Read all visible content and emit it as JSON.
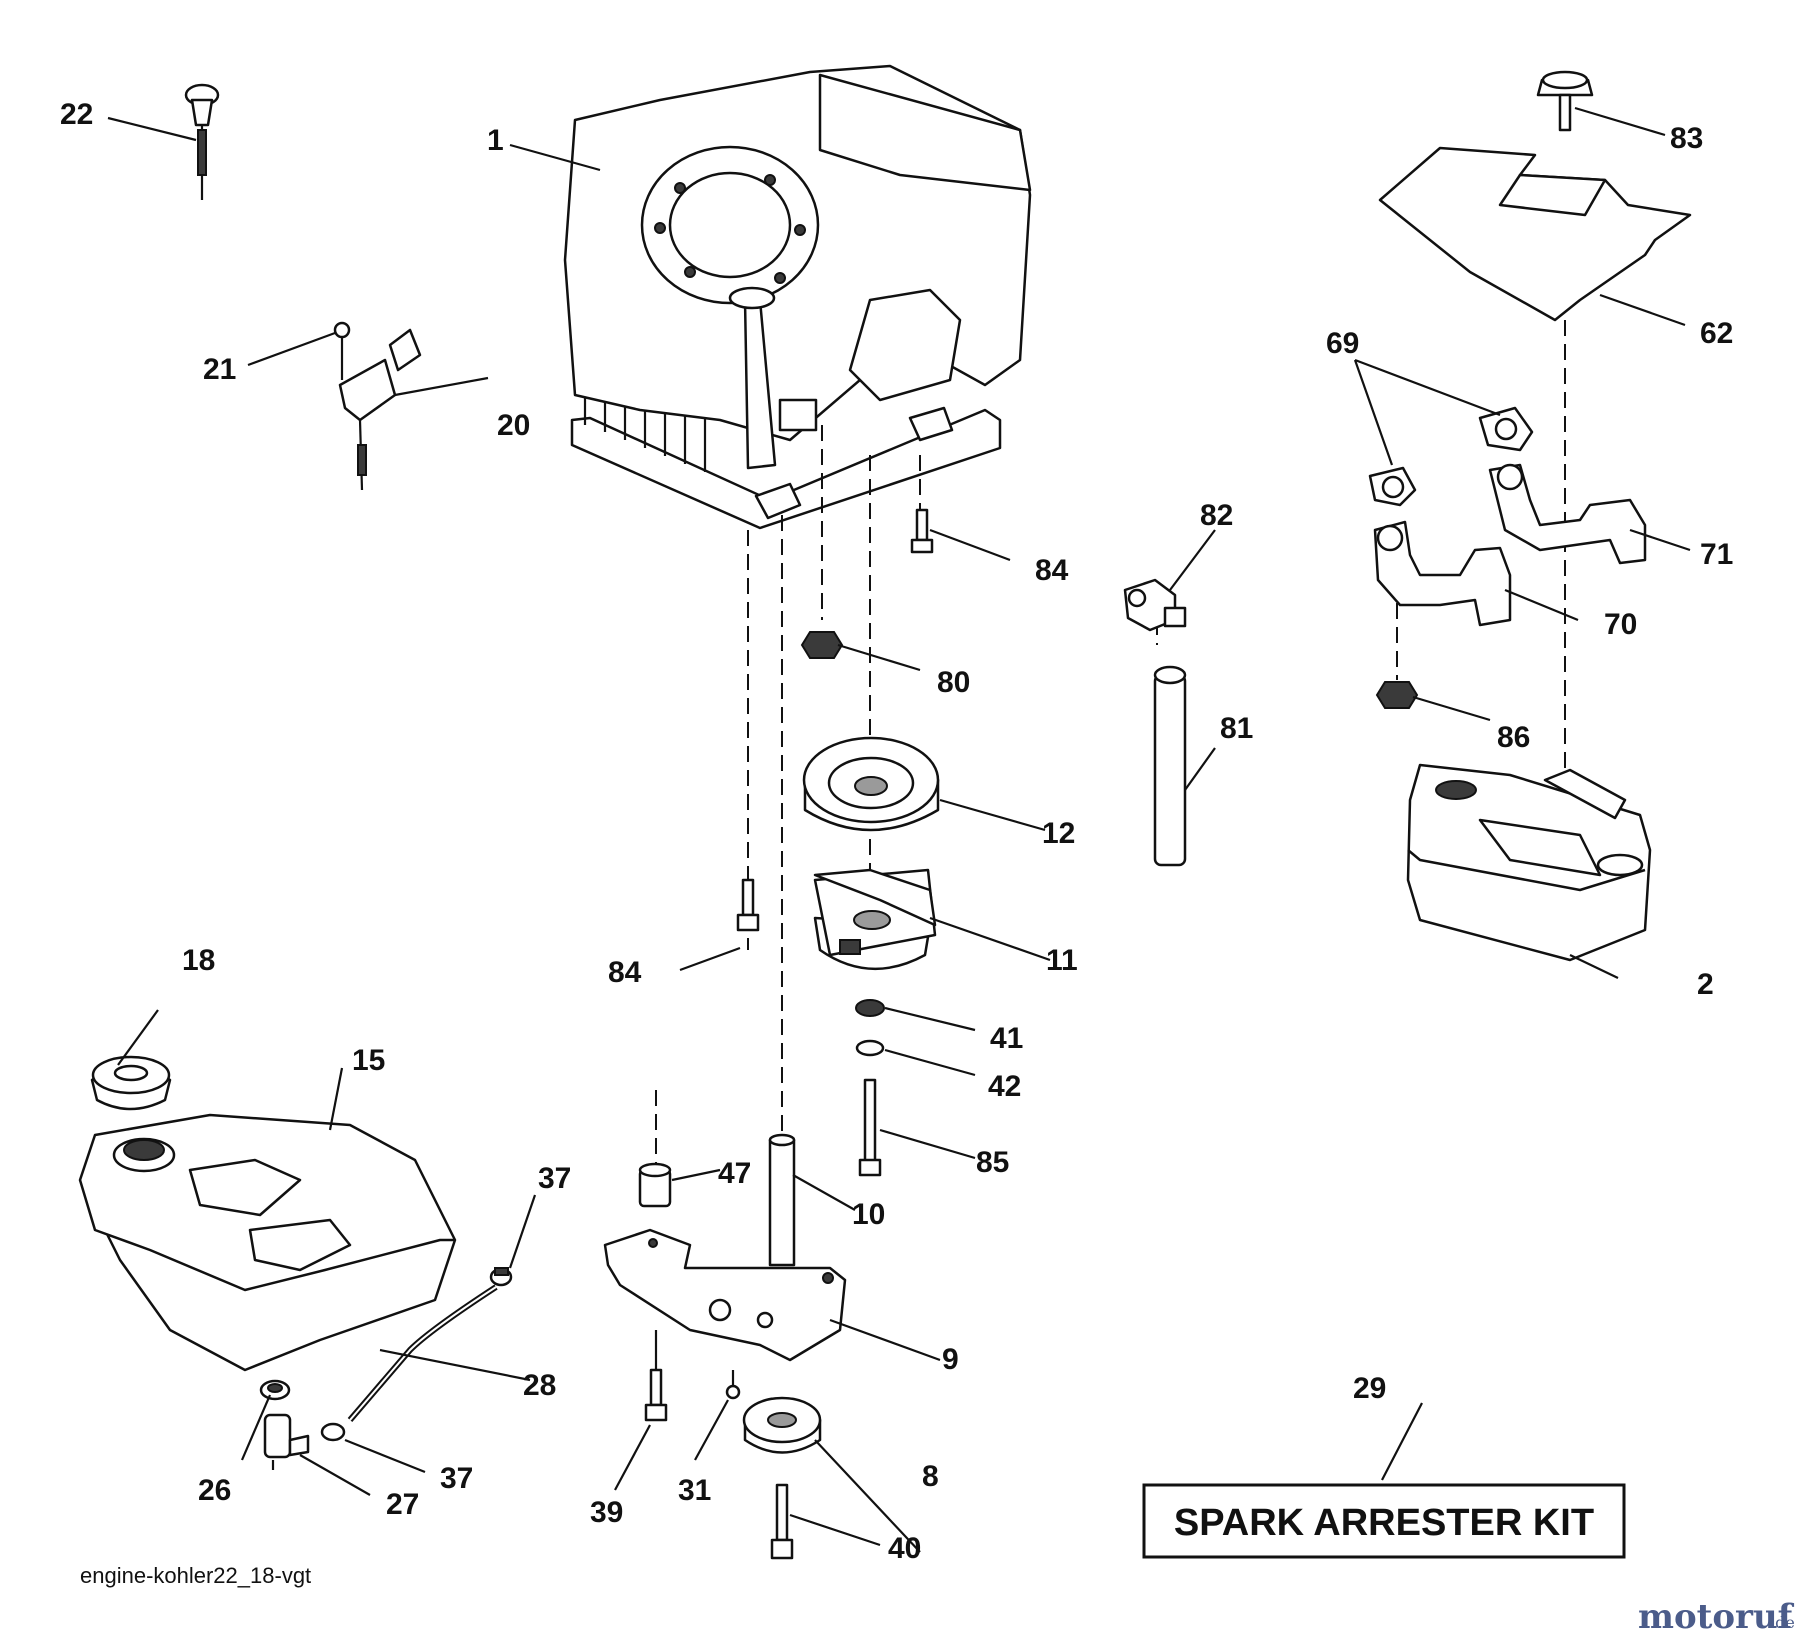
{
  "diagram": {
    "callouts": {
      "c1": "1",
      "c2": "2",
      "c8": "8",
      "c9": "9",
      "c10": "10",
      "c11": "11",
      "c12": "12",
      "c15": "15",
      "c18": "18",
      "c20": "20",
      "c21": "21",
      "c22": "22",
      "c26": "26",
      "c27": "27",
      "c28": "28",
      "c29": "29",
      "c31": "31",
      "c37a": "37",
      "c37b": "37",
      "c39": "39",
      "c40": "40",
      "c41": "41",
      "c42": "42",
      "c47": "47",
      "c62": "62",
      "c69": "69",
      "c70": "70",
      "c71": "71",
      "c80": "80",
      "c81": "81",
      "c82": "82",
      "c83": "83",
      "c84a": "84",
      "c84b": "84",
      "c85": "85",
      "c86": "86"
    },
    "kit_label": "SPARK ARRESTER KIT",
    "caption": "engine-kohler22_18-vgt",
    "watermark": {
      "brand": "motoruf",
      "tld": ".de",
      "brand_color": "#4b5c8a",
      "accent_color": "#d18a2a"
    }
  }
}
